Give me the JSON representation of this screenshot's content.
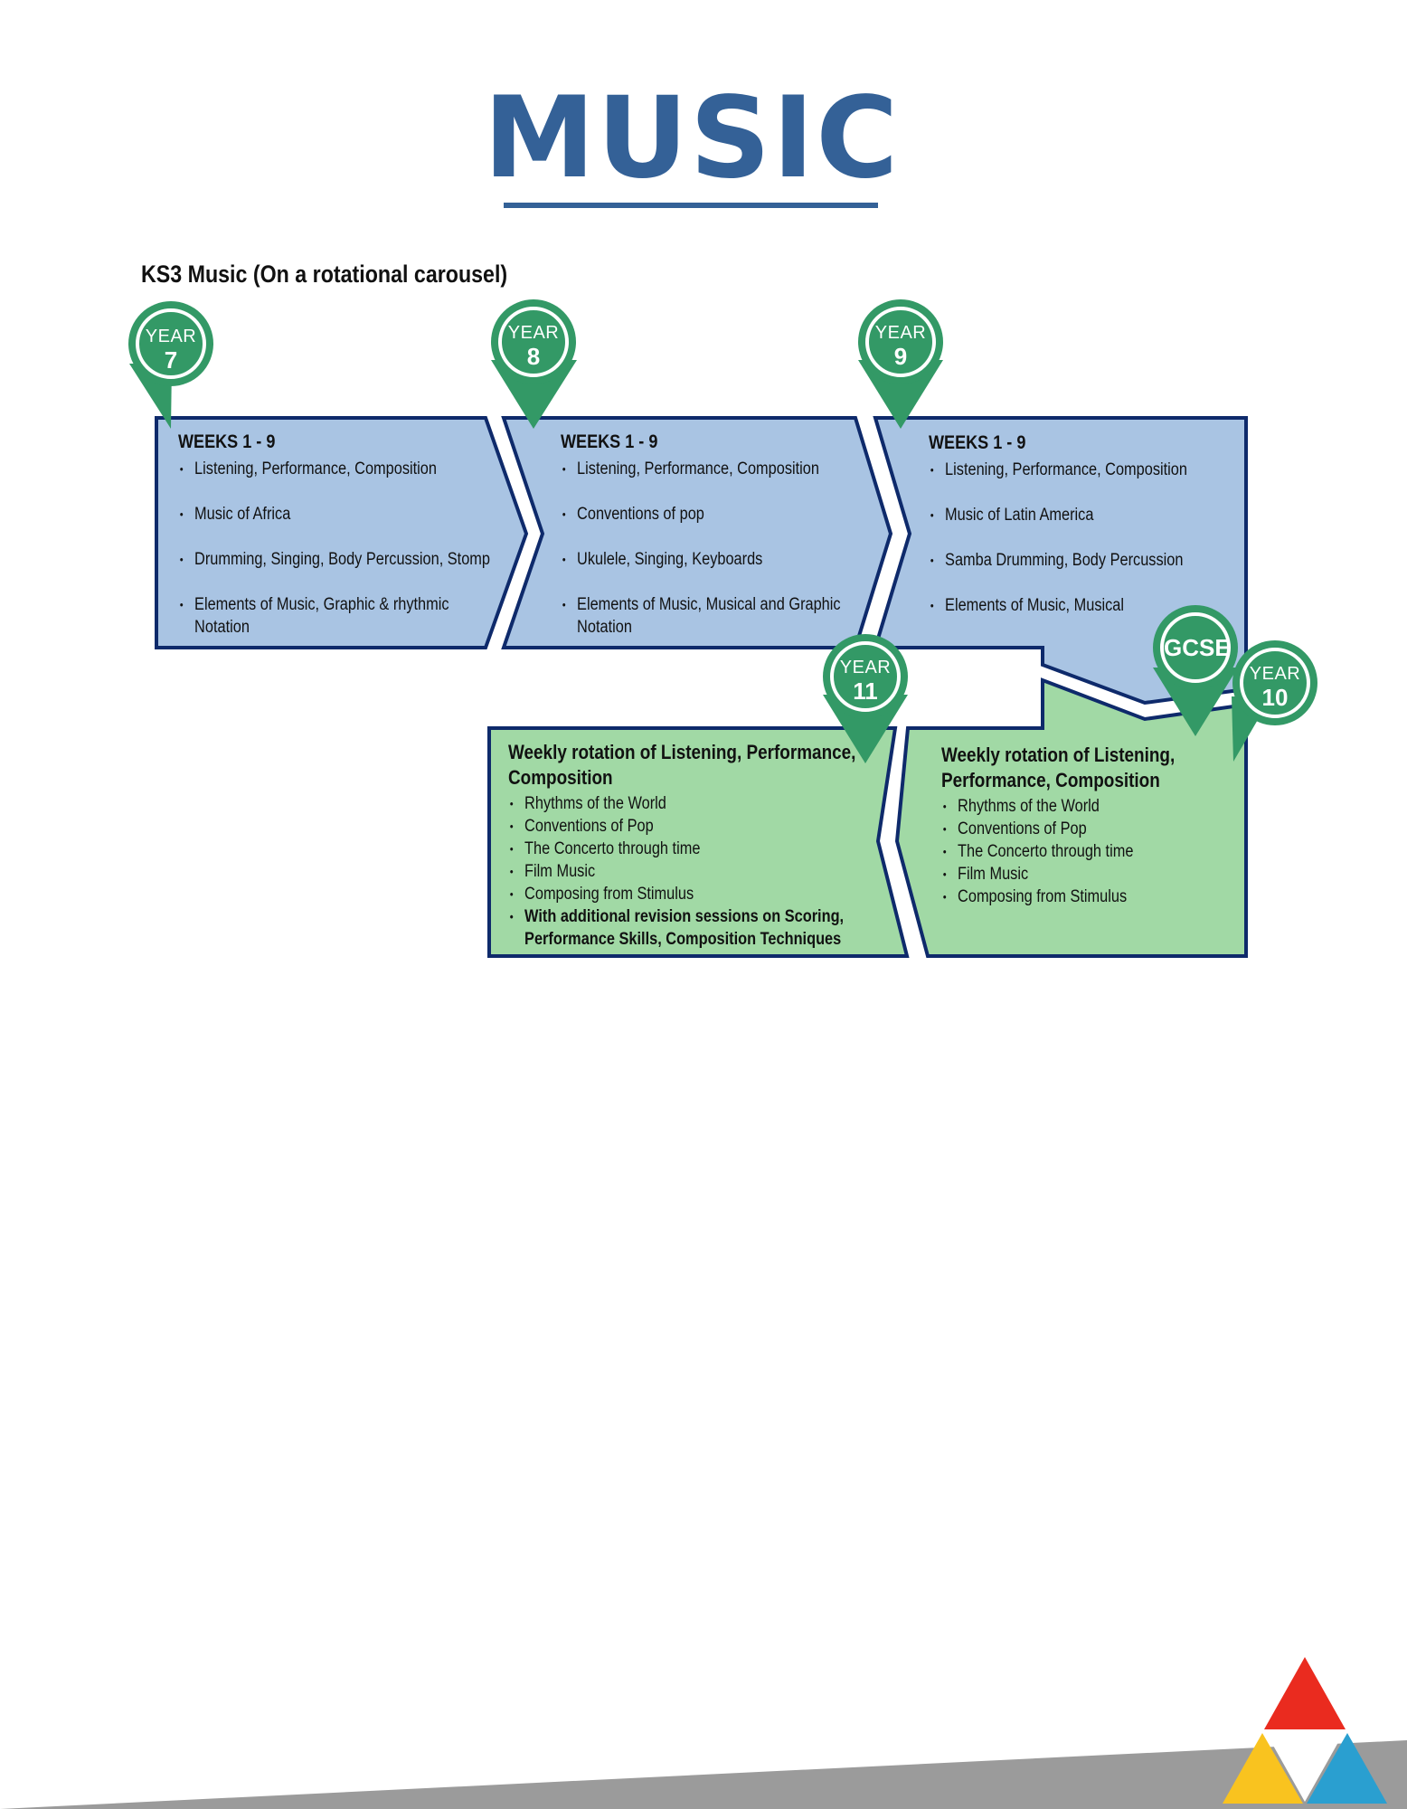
{
  "title": "MUSIC",
  "subtitle": "KS3 Music (On a rotational carousel)",
  "colors": {
    "title_blue": "#346197",
    "panel_blue": "#a9c4e3",
    "panel_green": "#a1d9a5",
    "border_navy": "#0e2a6b",
    "pin_green": "#339966",
    "logo_red": "#ea2b1f",
    "logo_yellow": "#f9c31f",
    "logo_blue": "#2a9fd0",
    "footer_grey": "#9b9b9b"
  },
  "year7": {
    "pin_line1": "YEAR",
    "pin_line2": "7",
    "heading": "WEEKS 1 - 9",
    "items": [
      "Listening, Performance, Composition",
      "Music of Africa",
      "Drumming, Singing, Body Percussion, Stomp",
      "Elements of Music, Graphic & rhythmic",
      "Notation"
    ]
  },
  "year8": {
    "pin_line1": "YEAR",
    "pin_line2": "8",
    "heading": "WEEKS 1 - 9",
    "items": [
      "Listening, Performance, Composition",
      "Conventions of pop",
      "Ukulele, Singing, Keyboards",
      "Elements of Music, Musical and Graphic",
      "Notation"
    ]
  },
  "year9": {
    "pin_line1": "YEAR",
    "pin_line2": "9",
    "heading": "WEEKS 1 - 9",
    "items": [
      "Listening, Performance, Composition",
      "Music of Latin America",
      "Samba Drumming, Body Percussion",
      "Elements of Music, Musical"
    ]
  },
  "year11": {
    "pin_line1": "YEAR",
    "pin_line2": "11",
    "heading_line1": "Weekly rotation of Listening, Performance,",
    "heading_line2": "Composition",
    "items": [
      "Rhythms of the World",
      "Conventions of Pop",
      "The Concerto through time",
      "Film Music",
      "Composing from Stimulus"
    ],
    "bold_line1": "With additional revision sessions on Scoring,",
    "bold_line2": "Performance Skills, Composition Techniques"
  },
  "year10": {
    "pin_line1": "YEAR",
    "pin_line2": "10",
    "heading_line1": "Weekly rotation of Listening,",
    "heading_line2": "Performance, Composition",
    "items": [
      "Rhythms of the World",
      "Conventions of Pop",
      "The Concerto through time",
      "Film Music",
      "Composing from Stimulus"
    ]
  },
  "gcse_pin": "GCSE"
}
